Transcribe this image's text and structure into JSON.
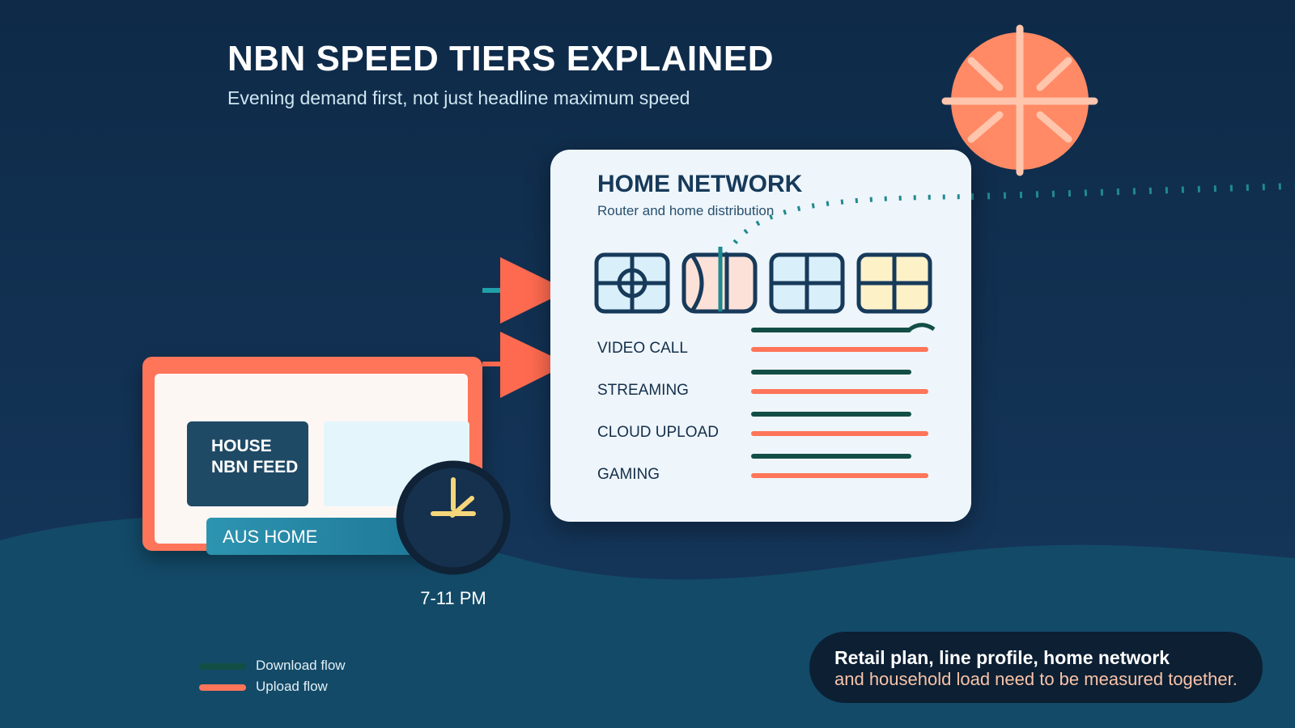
{
  "header": {
    "title": "NBN SPEED TIERS EXPLAINED",
    "subtitle": "Evening demand first, not just headline maximum speed"
  },
  "network_card": {
    "title": "HOME NETWORK",
    "subtitle": "Router and home distribution",
    "rows": [
      {
        "label": "VIDEO CALL"
      },
      {
        "label": "STREAMING"
      },
      {
        "label": "CLOUD UPLOAD"
      },
      {
        "label": "GAMING"
      }
    ]
  },
  "house": {
    "feed_line1": "HOUSE",
    "feed_line2": "NBN FEED",
    "tag": "AUS HOME"
  },
  "clock": {
    "label": "7-11 PM"
  },
  "legend": {
    "download": "Download flow",
    "upload": "Upload flow"
  },
  "note": {
    "line1": "Retail plan, line profile, home network",
    "line2": "and household load need to be measured together."
  },
  "colors": {
    "background": "#0f2d4d",
    "download": "#134e45",
    "upload": "#fe7559",
    "accent_sun": "#ff8a65",
    "card": "#eef5fb",
    "clock_hand": "#f5d67a"
  }
}
